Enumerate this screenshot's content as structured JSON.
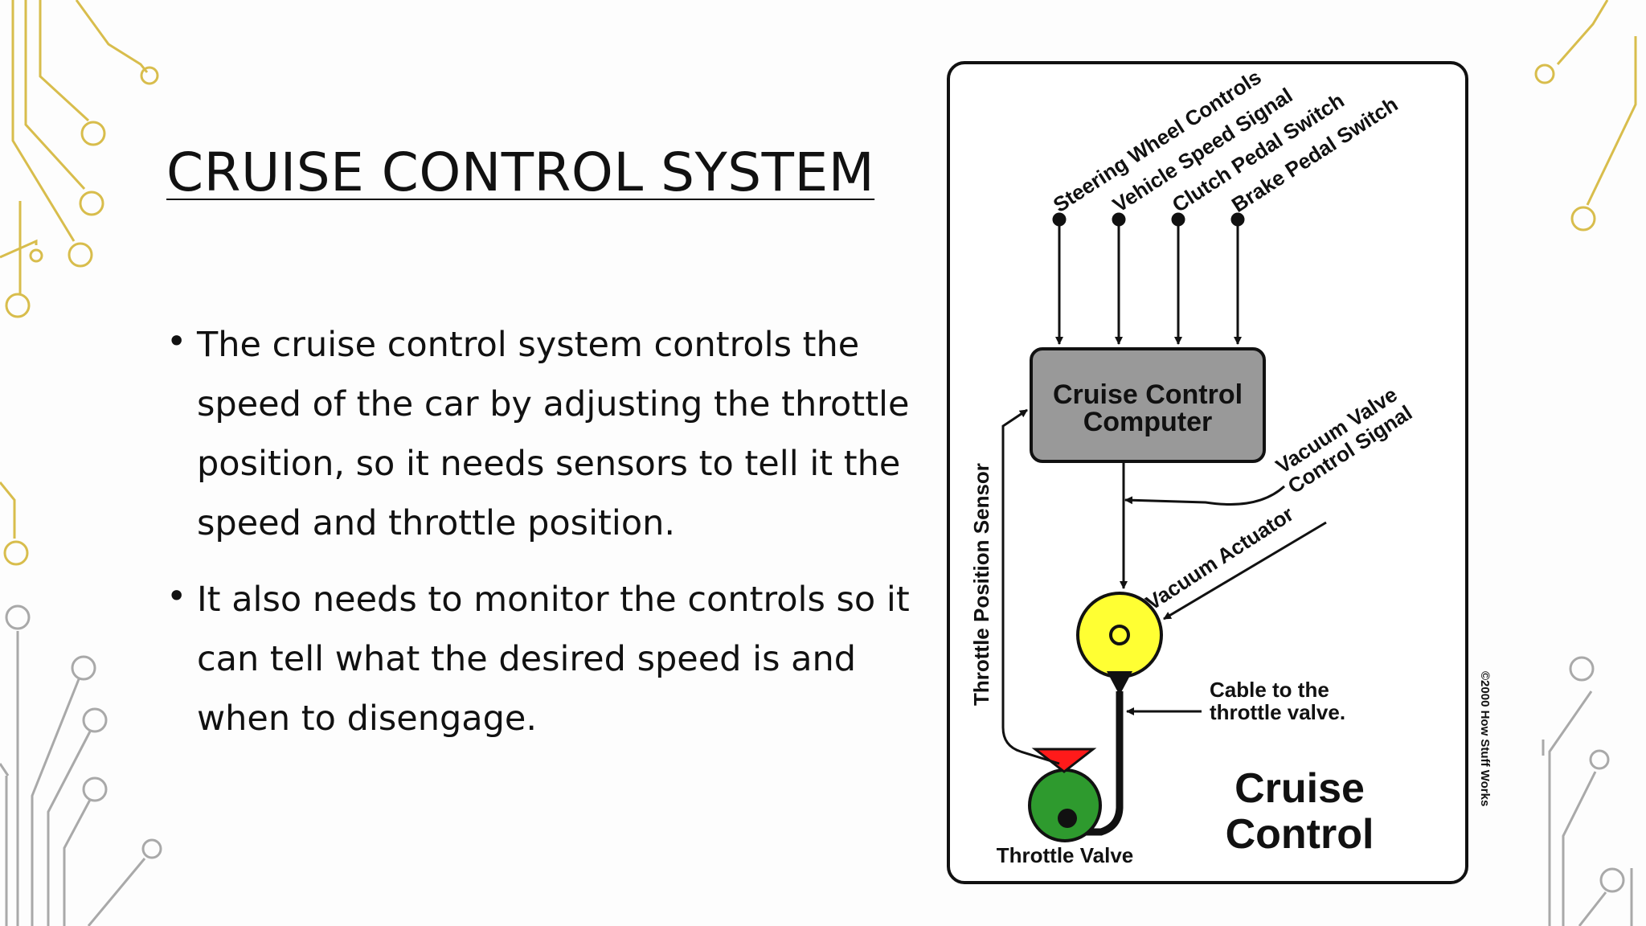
{
  "slide": {
    "title": "CRUISE CONTROL SYSTEM",
    "bullets": [
      "The cruise control system controls the speed of the car by adjusting the throttle position, so it needs sensors to tell it the speed and throttle position.",
      " It also needs to monitor the controls so it can tell what the desired speed is and when to disengage."
    ]
  },
  "diagram": {
    "inputs": [
      "Steering Wheel Controls",
      "Vehicle Speed Signal",
      "Clutch Pedal Switch",
      "Brake Pedal Switch"
    ],
    "computer": [
      "Cruise Control",
      "Computer"
    ],
    "vacuum_valve_label": [
      "Vacuum Valve",
      "Control Signal"
    ],
    "vacuum_actuator_label": "Vacuum Actuator",
    "throttle_sensor_label": "Throttle Position Sensor",
    "cable_label": [
      "Cable to the",
      "throttle valve."
    ],
    "throttle_valve_label": "Throttle Valve",
    "big_label": [
      "Cruise",
      "Control"
    ],
    "copyright": "©2000 How Stuff Works"
  },
  "colors": {
    "gold": "#d8bd4c",
    "gray": "#a9a9a9",
    "computer_box": "#999999",
    "actuator": "#ffff33",
    "valve": "#2e9a2e",
    "sensor": "#ff1a1a"
  }
}
